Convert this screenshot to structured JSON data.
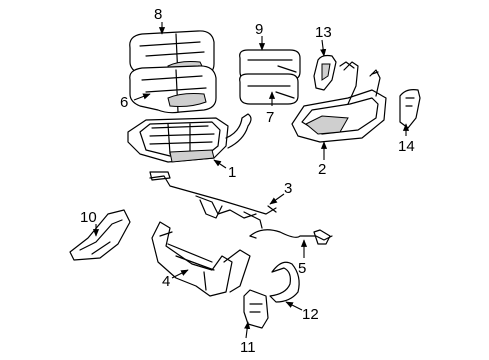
{
  "diagram": {
    "callouts": [
      "8",
      "9",
      "13",
      "6",
      "7",
      "14",
      "1",
      "2",
      "3",
      "10",
      "5",
      "4",
      "12",
      "11"
    ]
  }
}
